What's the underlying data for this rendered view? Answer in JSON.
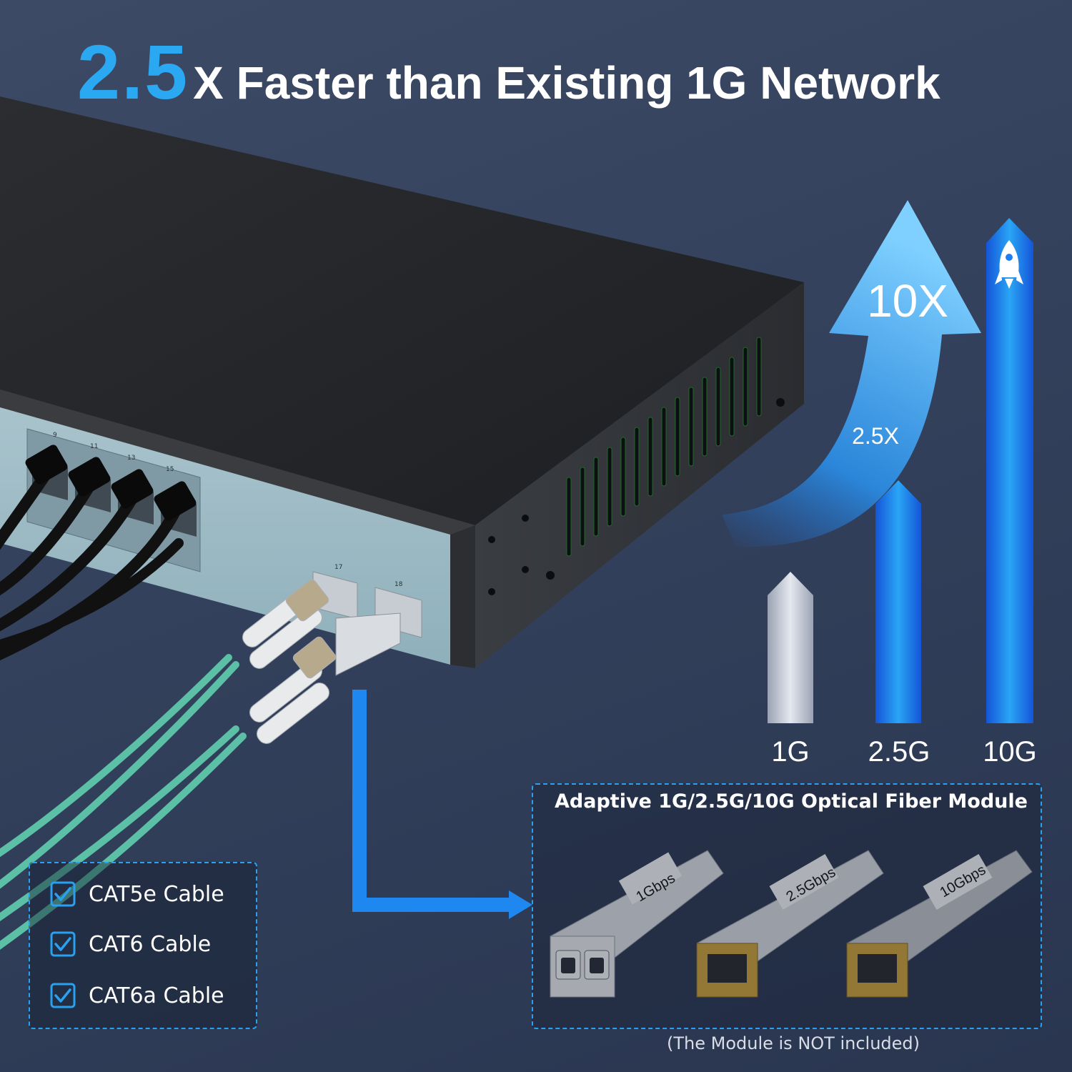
{
  "headline": {
    "multiplier": "2.5",
    "text": "X Faster than Existing 1G Network"
  },
  "speed_chart": {
    "arrow_labels": [
      "10X",
      "2.5X"
    ],
    "bars": [
      {
        "label": "1G",
        "color": "#c8cfdb"
      },
      {
        "label": "2.5G",
        "color": "#1a7ff0"
      },
      {
        "label": "10G",
        "color": "#1a7ff0"
      }
    ],
    "icon": "rocket-icon"
  },
  "fiber_module": {
    "title": "Adaptive 1G/2.5G/10G Optical Fiber Module",
    "modules": [
      "1Gbps",
      "2.5Gbps",
      "10Gbps"
    ],
    "note": "(The Module is NOT included)"
  },
  "cables": {
    "items": [
      "CAT5e Cable",
      "CAT6 Cable",
      "CAT6a Cable"
    ]
  },
  "switch": {
    "port_labels": [
      "9",
      "11",
      "13",
      "15",
      "17",
      "18"
    ]
  }
}
